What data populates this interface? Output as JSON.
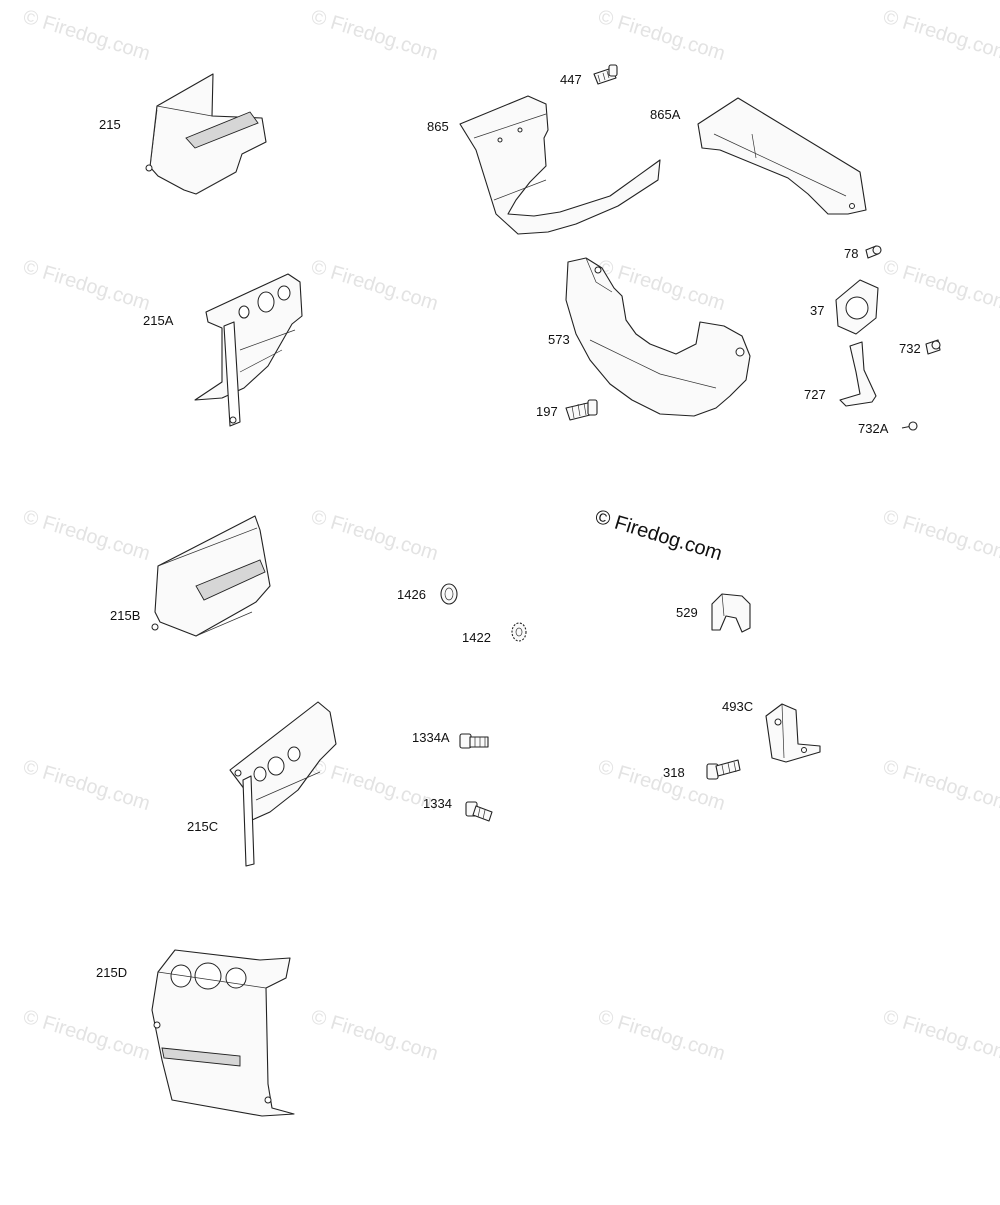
{
  "diagram": {
    "watermark_text": "© Firedog.com",
    "parts": [
      {
        "id": "215",
        "label": "215"
      },
      {
        "id": "215A",
        "label": "215A"
      },
      {
        "id": "215B",
        "label": "215B"
      },
      {
        "id": "215C",
        "label": "215C"
      },
      {
        "id": "215D",
        "label": "215D"
      },
      {
        "id": "447",
        "label": "447"
      },
      {
        "id": "865",
        "label": "865"
      },
      {
        "id": "865A",
        "label": "865A"
      },
      {
        "id": "573",
        "label": "573"
      },
      {
        "id": "197",
        "label": "197"
      },
      {
        "id": "78",
        "label": "78"
      },
      {
        "id": "37",
        "label": "37"
      },
      {
        "id": "732",
        "label": "732"
      },
      {
        "id": "727",
        "label": "727"
      },
      {
        "id": "732A",
        "label": "732A"
      },
      {
        "id": "1426",
        "label": "1426"
      },
      {
        "id": "1422",
        "label": "1422"
      },
      {
        "id": "529",
        "label": "529"
      },
      {
        "id": "493C",
        "label": "493C"
      },
      {
        "id": "1334A",
        "label": "1334A"
      },
      {
        "id": "1334",
        "label": "1334"
      },
      {
        "id": "318",
        "label": "318"
      }
    ]
  }
}
